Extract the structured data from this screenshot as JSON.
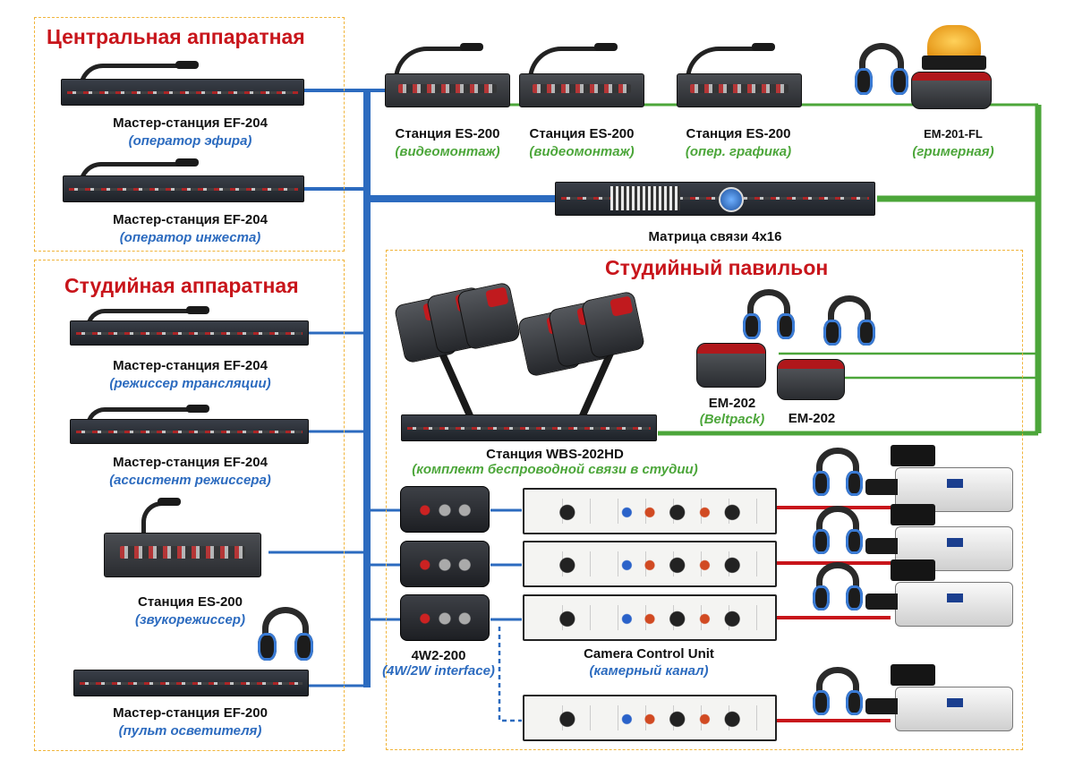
{
  "colors": {
    "title_red": "#c8151b",
    "section_border": "#f0b43a",
    "bus_blue": "#2c6bbf",
    "bus_green": "#4ca63a",
    "camera_link_red": "#c8151b"
  },
  "sections": {
    "central_control": "Центральная аппаратная",
    "studio_control": "Студийная аппаратная",
    "studio_pavilion": "Студийный павильон"
  },
  "devices": {
    "ef204_air": {
      "name": "Мастер-станция EF-204",
      "role": "(оператор эфира)"
    },
    "ef204_ingest": {
      "name": "Мастер-станция EF-204",
      "role": "(оператор инжеста)"
    },
    "ef204_director": {
      "name": "Мастер-станция EF-204",
      "role": "(режиссер трансляции)"
    },
    "ef204_assistant": {
      "name": "Мастер-станция EF-204",
      "role": "(ассистент режиссера)"
    },
    "es200_sound": {
      "name": "Станция ES-200",
      "role": "(звукорежиссер)"
    },
    "ef200_light": {
      "name": "Мастер-станция EF-200",
      "role": "(пульт осветителя)"
    },
    "es200_edit1": {
      "name": "Станция ES-200",
      "role": "(видеомонтаж)"
    },
    "es200_edit2": {
      "name": "Станция ES-200",
      "role": "(видеомонтаж)"
    },
    "es200_graphics": {
      "name": "Станция ES-200",
      "role": "(опер. графика)"
    },
    "em201fl": {
      "name": "EM-201-FL",
      "role": "(гримерная)"
    },
    "matrix": {
      "name": "Матрица связи 4x16"
    },
    "wbs202hd": {
      "name": "Станция WBS-202HD",
      "role": "(комплект беспроводной связи в студии)"
    },
    "em202_beltpack": {
      "name": "EM-202",
      "role": "(Beltpack)"
    },
    "em202": {
      "name": "EM-202"
    },
    "if4w2": {
      "name": "4W2-200",
      "role": "(4W/2W interface)"
    },
    "ccu": {
      "name": "Camera Control Unit",
      "role": "(камерный канал)"
    }
  }
}
